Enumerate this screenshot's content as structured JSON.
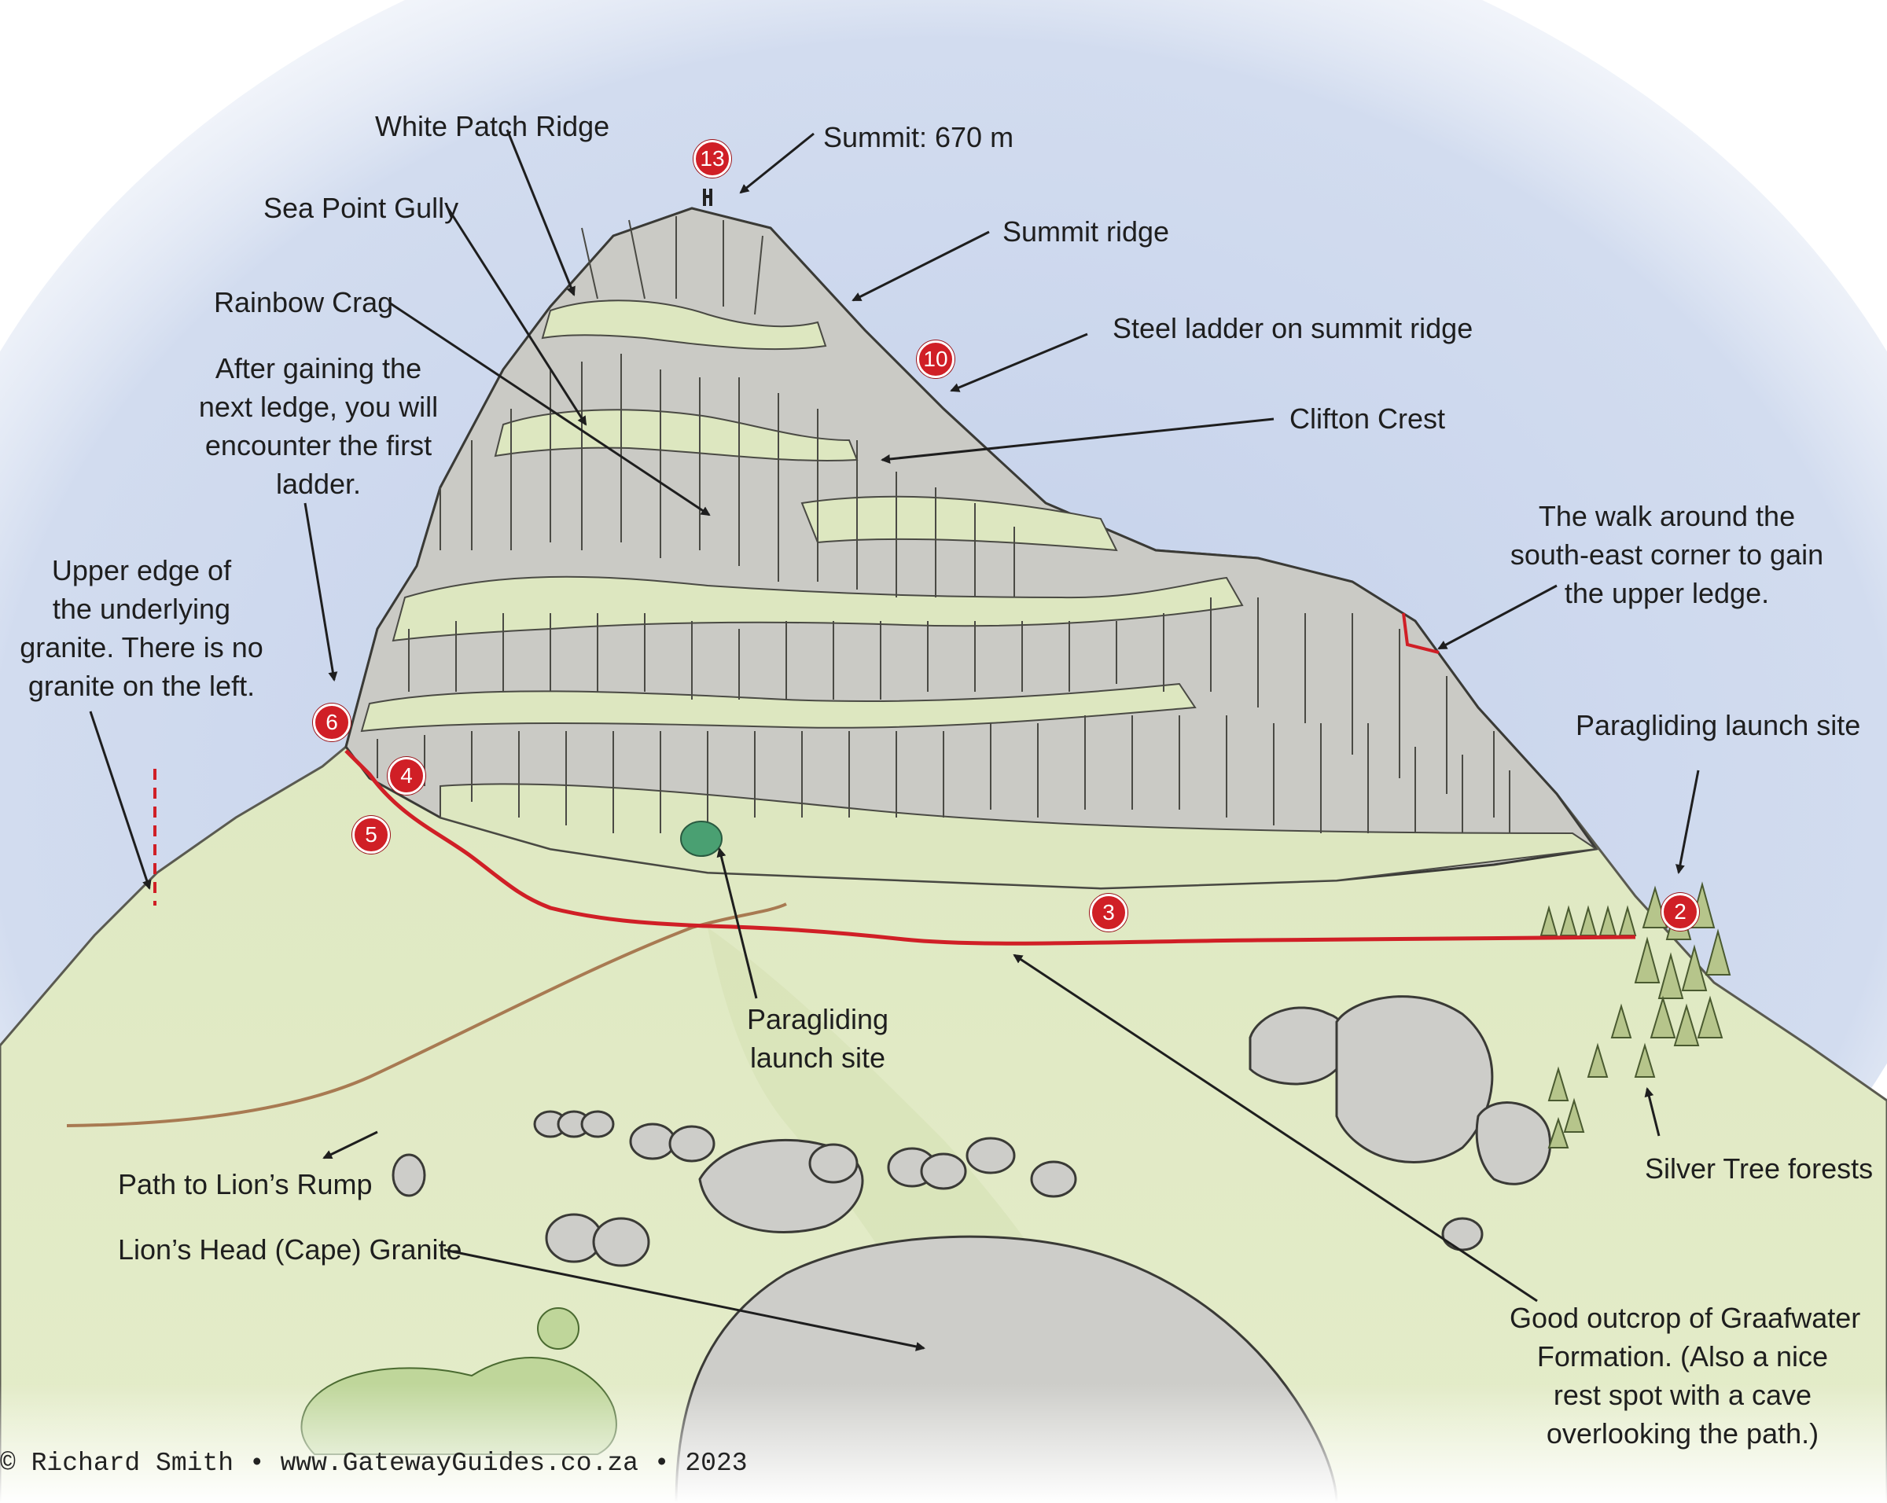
{
  "colors": {
    "sky": "#c7d3ea",
    "grass": "#dfe8c4",
    "rock": "#c9c9c5",
    "route": "#d01f26",
    "path_lions_rump": "#a87a52",
    "silver_trees": "#b4c48a",
    "ink": "#1e1e1e"
  },
  "labels": {
    "white_patch_ridge": "White Patch Ridge",
    "summit": "Summit: 670 m",
    "sea_point_gully": "Sea Point Gully",
    "summit_ridge": "Summit ridge",
    "rainbow_crag": "Rainbow Crag",
    "steel_ladder": "Steel ladder on summit ridge",
    "first_ladder": [
      "After gaining the",
      "next ledge, you will",
      "encounter the first",
      "ladder."
    ],
    "clifton_crest": "Clifton Crest",
    "granite_edge": [
      "Upper edge of",
      "the underlying",
      "granite. There is no",
      "granite on the left."
    ],
    "south_east_walk": [
      "The walk around the",
      "south-east corner to gain",
      "the upper ledge."
    ],
    "paragliding_right": "Paragliding launch site",
    "paragliding_centre": [
      "Paragliding",
      "launch site"
    ],
    "silver_tree": "Silver Tree forests",
    "path_lions_rump": "Path to Lion’s Rump",
    "cape_granite": "Lion’s Head (Cape) Granite",
    "graafwater": [
      "Good outcrop of Graafwater",
      "Formation. (Also a nice",
      "rest spot with a cave",
      "overlooking the path.)"
    ]
  },
  "markers": [
    "13",
    "10",
    "6",
    "4",
    "5",
    "3",
    "2"
  ],
  "credit": "© Richard Smith • www.GatewayGuides.co.za • 2023"
}
